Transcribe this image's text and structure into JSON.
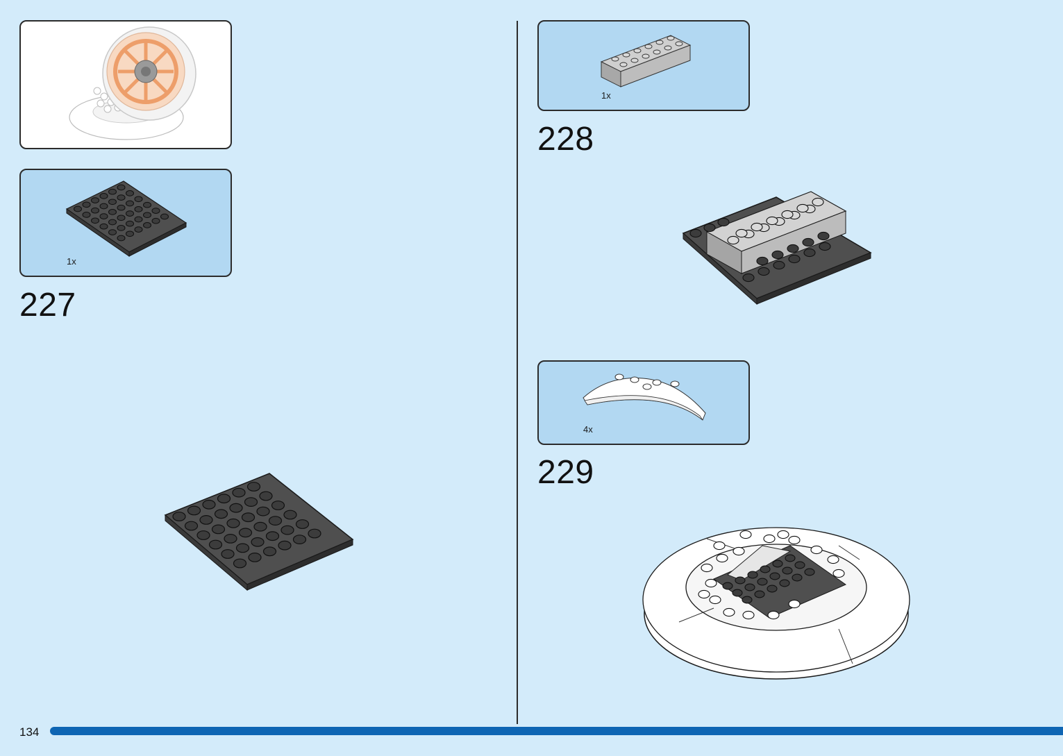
{
  "page": {
    "number": "134",
    "accent_color": "#0e65b3",
    "background_color": "#d3ebfa",
    "callout_color": "#b2d8f2"
  },
  "steps": [
    {
      "number": "227",
      "parts": [
        {
          "qty": "1x",
          "part": "dark-gray-6x6-plate"
        }
      ]
    },
    {
      "number": "228",
      "parts": [
        {
          "qty": "1x",
          "part": "light-gray-2x6-brick"
        }
      ]
    },
    {
      "number": "229",
      "parts": [
        {
          "qty": "4x",
          "part": "white-curved-quarter-round-plate"
        }
      ]
    }
  ]
}
